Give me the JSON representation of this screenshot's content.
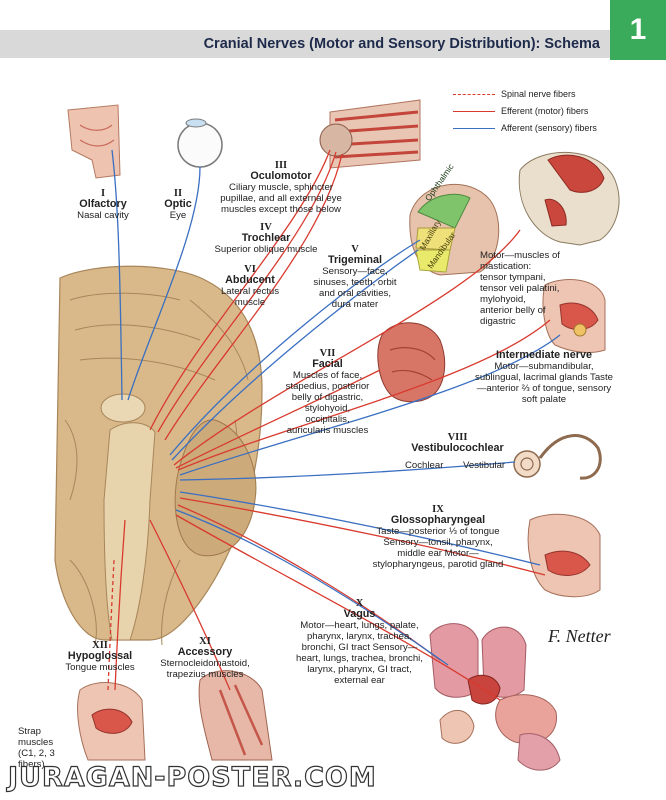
{
  "header": {
    "title": "Cranial Nerves (Motor and Sensory Distribution): Schema",
    "chapter_number": "1"
  },
  "legend": {
    "items": [
      {
        "label": "Spinal nerve fibers",
        "color": "#d83a2e",
        "style": "dashed"
      },
      {
        "label": "Efferent (motor) fibers",
        "color": "#d83a2e",
        "style": "solid"
      },
      {
        "label": "Afferent (sensory) fibers",
        "color": "#3a6fc1",
        "style": "solid"
      }
    ]
  },
  "nerves": {
    "olfactory": {
      "num": "I",
      "name": "Olfactory",
      "desc": "Nasal cavity"
    },
    "optic": {
      "num": "II",
      "name": "Optic",
      "desc": "Eye"
    },
    "oculomotor": {
      "num": "III",
      "name": "Oculomotor",
      "desc": "Ciliary muscle, sphincter pupillae, and all external eye muscles except those below"
    },
    "trochlear": {
      "num": "IV",
      "name": "Trochlear",
      "desc": "Superior oblique muscle"
    },
    "trigeminal": {
      "num": "V",
      "name": "Trigeminal",
      "desc": "Sensory—face, sinuses, teeth, orbit and oral cavities, dura mater"
    },
    "abducent": {
      "num": "VI",
      "name": "Abducent",
      "desc": "Lateral rectus muscle"
    },
    "facial": {
      "num": "VII",
      "name": "Facial",
      "desc": "Muscles of face, stapedius, posterior belly of digastric, stylohyoid, occipitalis, auricularis muscles"
    },
    "vestibulocochlear": {
      "num": "VIII",
      "name": "Vestibulocochlear",
      "cochlear": "Cochlear",
      "vestibular": "Vestibular"
    },
    "glossopharyngeal": {
      "num": "IX",
      "name": "Glossopharyngeal",
      "desc": "Taste—posterior ⅓ of tongue Sensory—tonsil, pharynx, middle ear Motor—stylopharyngeus, parotid gland"
    },
    "vagus": {
      "num": "X",
      "name": "Vagus",
      "desc": "Motor—heart, lungs, palate, pharynx, larynx, trachea, bronchi, GI tract Sensory—heart, lungs, trachea, bronchi, larynx, pharynx, GI tract, external ear"
    },
    "accessory": {
      "num": "XI",
      "name": "Accessory",
      "desc": "Sternocleidomastoid, trapezius muscles"
    },
    "hypoglossal": {
      "num": "XII",
      "name": "Hypoglossal",
      "desc": "Tongue muscles"
    }
  },
  "trigeminal_branches": {
    "ophthalmic": "Ophthalmic",
    "maxillary": "Maxillary",
    "mandibular": "Mandibular"
  },
  "annotations": {
    "mastication": "Motor—muscles of mastication: tensor tympani, tensor veli palatini, mylohyoid, anterior belly of digastric",
    "intermediate_title": "Intermediate nerve",
    "intermediate_desc": "Motor—submandibular, sublingual, lacrimal glands Taste—anterior ⅔ of tongue, sensory soft palate",
    "strap": "Strap muscles (C1, 2, 3 fibers)"
  },
  "signature": "F. Netter",
  "watermark": "JURAGAN-POSTER.COM"
}
